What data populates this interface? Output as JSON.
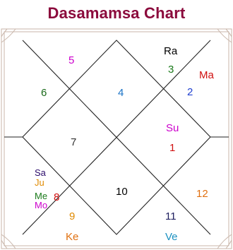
{
  "title": "Dasamamsa Chart",
  "houses": [
    {
      "num": "4",
      "num_color": "#1a73c7",
      "planets": []
    },
    {
      "num": "3",
      "num_color": "#1a7a1a",
      "planets": [
        {
          "name": "Ra",
          "color": "#000000"
        }
      ]
    },
    {
      "num": "2",
      "num_color": "#2040d0",
      "planets": [
        {
          "name": "Ma",
          "color": "#d01010"
        }
      ]
    },
    {
      "num": "1",
      "num_color": "#d01010",
      "planets": [
        {
          "name": "Su",
          "color": "#cc00cc"
        }
      ]
    },
    {
      "num": "12",
      "num_color": "#e07010",
      "planets": []
    },
    {
      "num": "11",
      "num_color": "#202060",
      "planets": [
        {
          "name": "Ve",
          "color": "#1a90c0"
        }
      ]
    },
    {
      "num": "10",
      "num_color": "#000000",
      "planets": []
    },
    {
      "num": "9",
      "num_color": "#e08a00",
      "planets": [
        {
          "name": "Ke",
          "color": "#e07010"
        }
      ]
    },
    {
      "num": "8",
      "num_color": "#d01010",
      "planets": [
        {
          "name": "Sa",
          "color": "#2a0a6a"
        },
        {
          "name": "Ju",
          "color": "#e08a00"
        },
        {
          "name": "Me",
          "color": "#1a7a1a"
        },
        {
          "name": "Mo",
          "color": "#cc00cc"
        }
      ]
    },
    {
      "num": "7",
      "num_color": "#333333",
      "planets": []
    },
    {
      "num": "6",
      "num_color": "#1a6a1a",
      "planets": []
    },
    {
      "num": "5",
      "num_color": "#cc00cc",
      "planets": []
    }
  ],
  "colors": {
    "title": "#8b0a3c",
    "frame": "#c9b6aa",
    "lines": "#222222"
  }
}
